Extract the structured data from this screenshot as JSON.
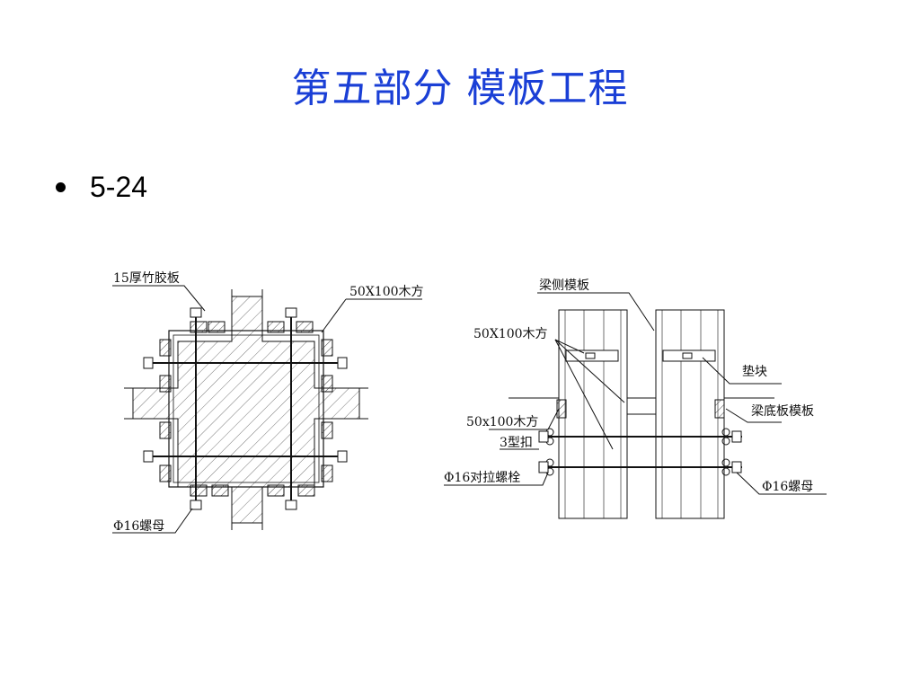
{
  "slide": {
    "title": "第五部分  模板工程",
    "bullet": "5-24"
  },
  "left_diagram": {
    "labels": {
      "plywood": "15厚竹胶板",
      "timber": "50X100木方",
      "nut": "Φ16螺母"
    }
  },
  "right_diagram": {
    "labels": {
      "beam_side": "梁侧模板",
      "timber_upper": "50X100木方",
      "spacer": "垫块",
      "beam_bottom": "梁底板模板",
      "timber_lower": "50x100木方",
      "clip": "3型扣",
      "tie_bolt": "Φ16对拉螺栓",
      "nut": "Φ16螺母"
    }
  },
  "colors": {
    "title": "#1a3fd6",
    "line": "#111111"
  }
}
